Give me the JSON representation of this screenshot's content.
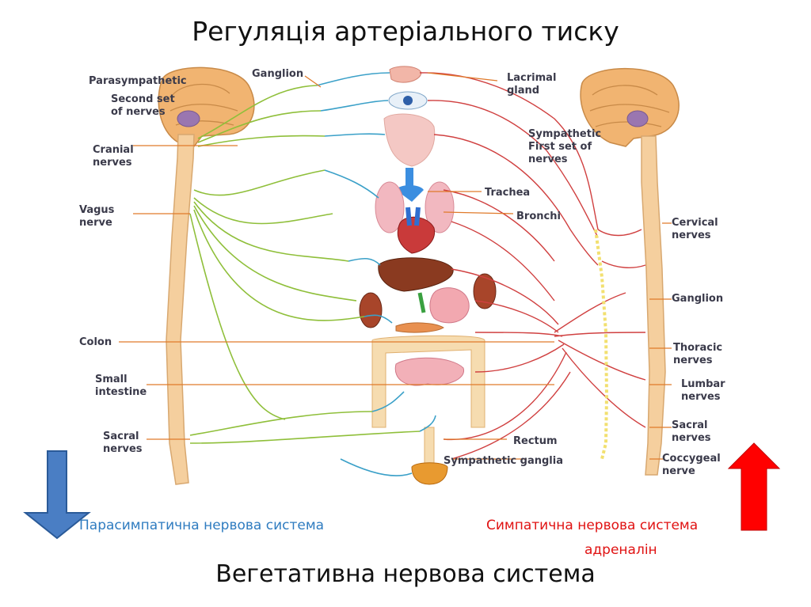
{
  "title": "Регуляція артеріального тиску",
  "bottom_title": "Вегетативна нервова система",
  "captions": {
    "parasympathetic": "Парасимпатична нервова система",
    "sympathetic": "Симпатична нервова система",
    "adrenaline": "адреналін"
  },
  "labels": {
    "parasympathetic": "Parasympathetic",
    "second_set": "Second set\nof nerves",
    "ganglion_top": "Ganglion",
    "cranial": "Cranial\nnerves",
    "vagus": "Vagus\nnerve",
    "colon": "Colon",
    "small_intestine": "Small\nintestine",
    "sacral_left": "Sacral\nnerves",
    "lacrimal": "Lacrimal\ngland",
    "sympathetic_first": "Sympathetic\nFirst set of\nnerves",
    "trachea": "Trachea",
    "bronchi": "Bronchi",
    "cervical": "Cervical\nnerves",
    "ganglion_right": "Ganglion",
    "thoracic": "Thoracic\nnerves",
    "lumbar": "Lumbar\nnerves",
    "sacral_right": "Sacral\nnerves",
    "coccygeal": "Coccygeal\nnerve",
    "rectum": "Rectum",
    "sympathetic_ganglia": "Sympathetic ganglia"
  },
  "colors": {
    "parasympathetic_arrow": "#4a7ec4",
    "sympathetic_arrow": "#ff0000",
    "parasympathetic_nerve": "#8fbf3a",
    "sympathetic_nerve": "#d04040",
    "blue_nerve": "#3aa0c8",
    "label_line": "#e07a2a",
    "brain": "#f1b471",
    "spine": "#f5cf9e"
  }
}
